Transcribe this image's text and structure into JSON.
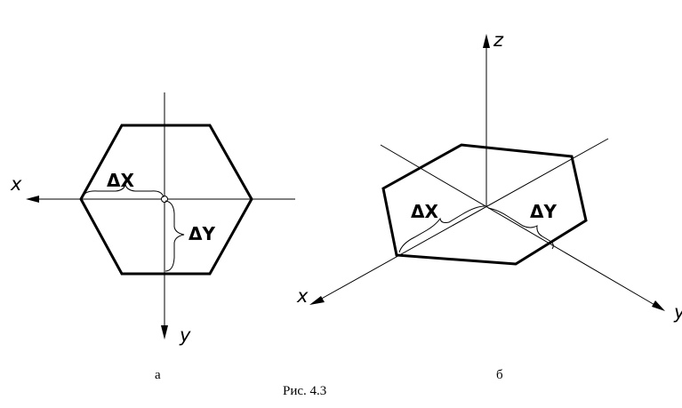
{
  "caption": "Рис. 4.3",
  "left_view": {
    "sublabel": "а",
    "axis_x": "x",
    "axis_y": "y",
    "delta_x": "ΔX",
    "delta_y": "ΔY"
  },
  "right_view": {
    "sublabel": "б",
    "axis_x": "x",
    "axis_y": "y",
    "axis_z": "z",
    "delta_x": "ΔX",
    "delta_y": "ΔY"
  }
}
